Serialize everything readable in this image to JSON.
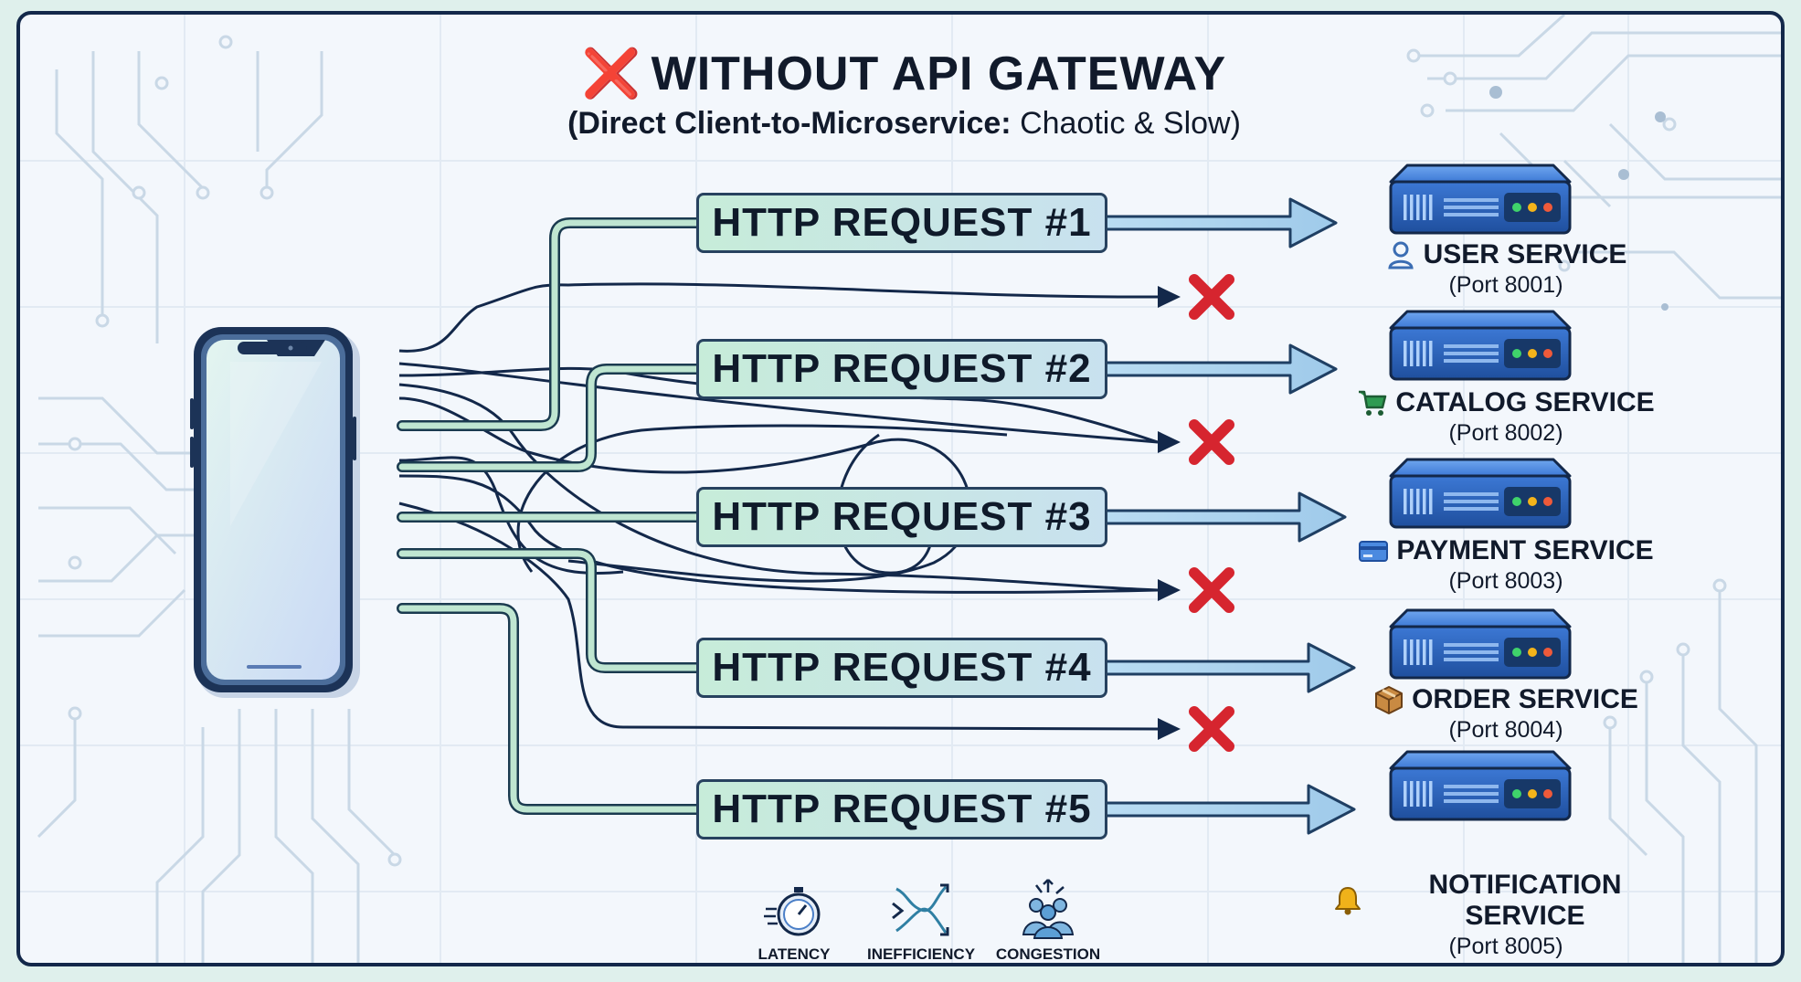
{
  "header": {
    "mark": "❌",
    "title": "WITHOUT API GATEWAY",
    "subtitle_bold": "(Direct Client-to-Microservice:",
    "subtitle_rest": "Chaotic & Slow)"
  },
  "requests": [
    {
      "label": "HTTP REQUEST #1"
    },
    {
      "label": "HTTP REQUEST #2"
    },
    {
      "label": "HTTP REQUEST #3"
    },
    {
      "label": "HTTP REQUEST #4"
    },
    {
      "label": "HTTP REQUEST #5"
    }
  ],
  "services": [
    {
      "name": "USER SERVICE",
      "port": "(Port 8001)",
      "icon": "user-icon",
      "color": "#3b6db3"
    },
    {
      "name": "CATALOG SERVICE",
      "port": "(Port 8002)",
      "icon": "shopping-cart-icon",
      "color": "#2e9a52"
    },
    {
      "name": "PAYMENT SERVICE",
      "port": "(Port 8003)",
      "icon": "credit-card-icon",
      "color": "#2f6fc4"
    },
    {
      "name": "ORDER SERVICE",
      "port": "(Port 8004)",
      "icon": "package-icon",
      "color": "#b4762f"
    },
    {
      "name": "NOTIFICATION SERVICE",
      "port": "(Port 8005)",
      "icon": "bell-icon",
      "color": "#f0b21a"
    }
  ],
  "legend": [
    {
      "label": "LATENCY",
      "icon": "stopwatch-icon"
    },
    {
      "label": "INEFFICIENCY",
      "icon": "tangled-arrows-icon"
    },
    {
      "label": "CONGESTION",
      "icon": "crowd-icon"
    }
  ],
  "colors": {
    "failure": "#d6252f",
    "line_dark": "#13284a",
    "request_green": "#bfe9d2",
    "request_blue": "#c4dff1",
    "server_blue": "#2f6fd0"
  }
}
